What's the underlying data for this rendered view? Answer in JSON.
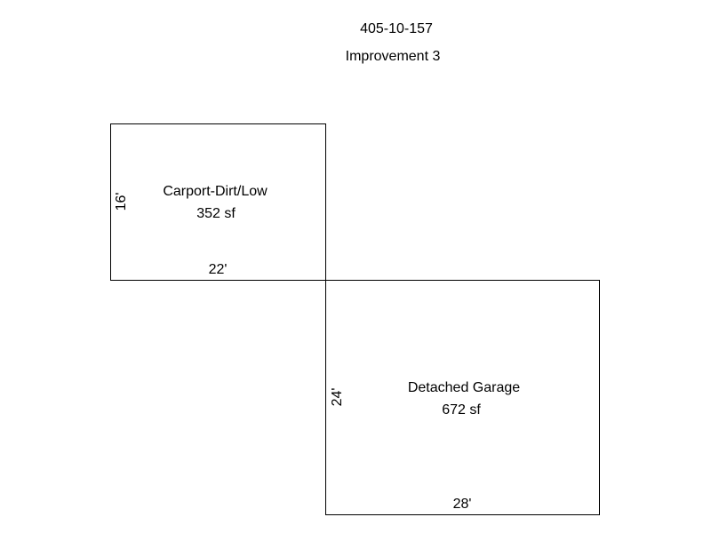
{
  "header": {
    "parcel_number": "405-10-157",
    "improvement_label": "Improvement 3"
  },
  "areas": [
    {
      "name": "Carport-Dirt/Low",
      "area": "352 sf",
      "height_dim": "16'",
      "width_dim": "22'"
    },
    {
      "name": "Detached Garage",
      "area": "672 sf",
      "height_dim": "24'",
      "width_dim": "28'"
    }
  ],
  "colors": {
    "line": "#000000",
    "text": "#000000",
    "background": "#ffffff"
  }
}
